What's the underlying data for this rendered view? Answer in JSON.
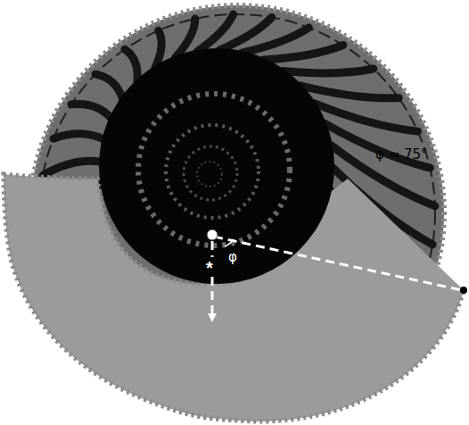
{
  "diagram": {
    "labels": [
      "φ = 75°",
      "φ",
      "*"
    ]
  }
}
